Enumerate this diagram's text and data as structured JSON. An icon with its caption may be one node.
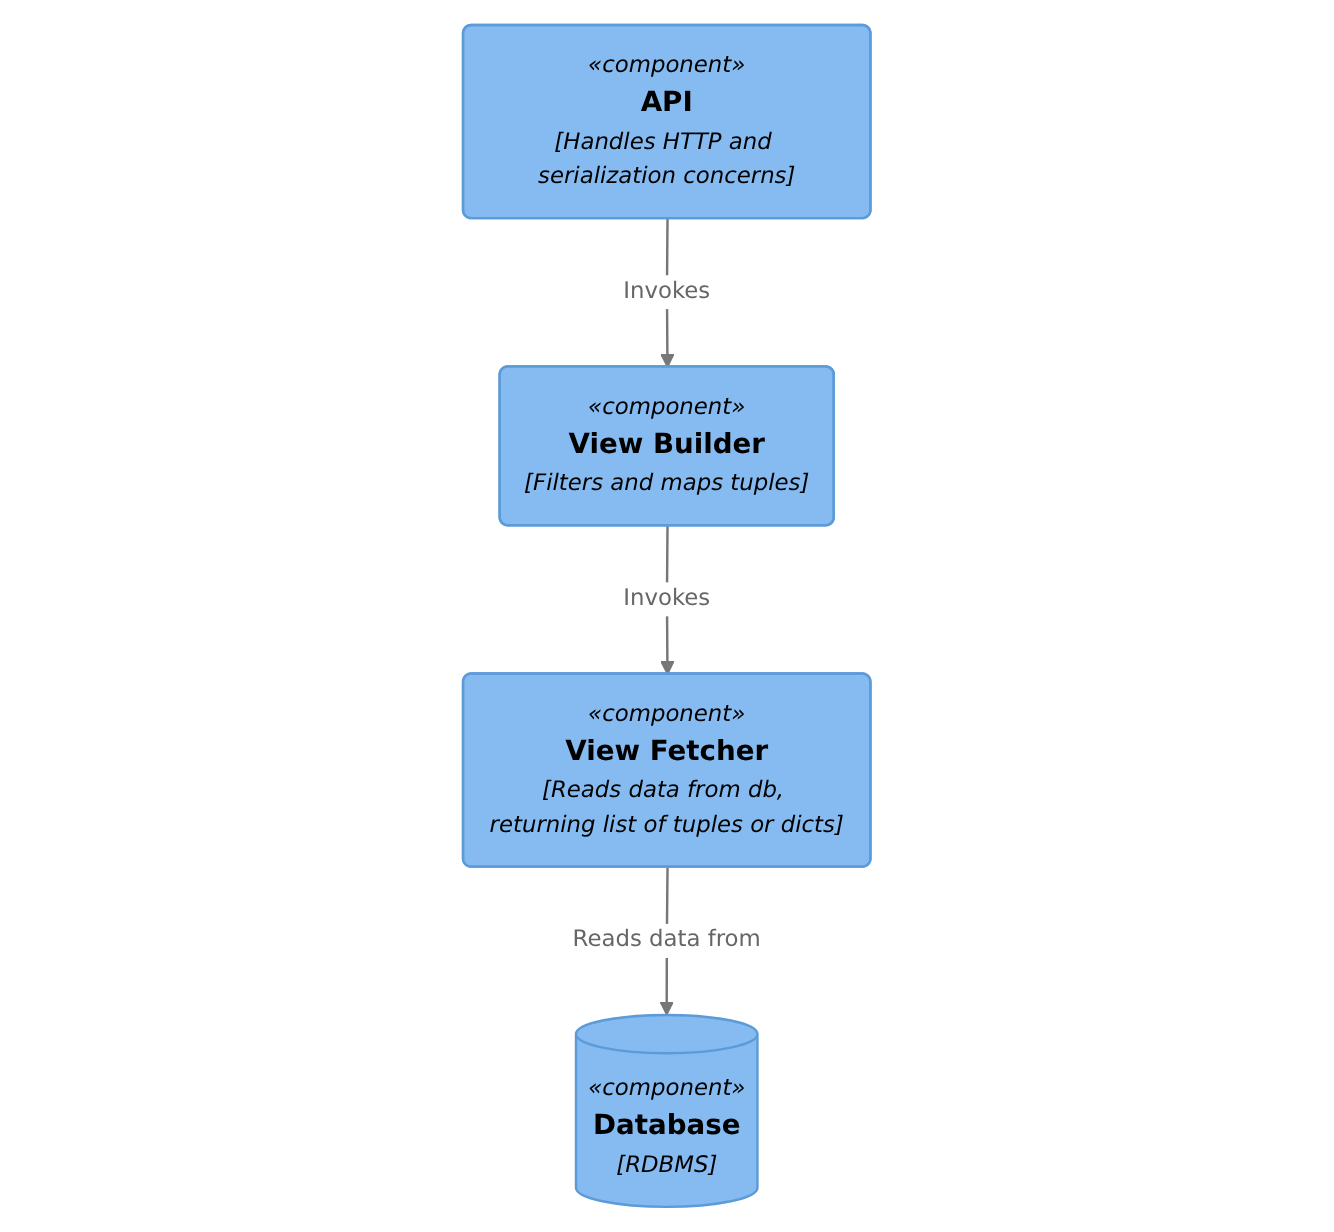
{
  "diagram": {
    "nodes": [
      {
        "text": [
          "«component»",
          "API",
          "[Handles HTTP and serialization concerns]"
        ]
      },
      {
        "text": [
          "«component»",
          "View Builder",
          "[Filters and maps tuples]"
        ]
      },
      {
        "text": [
          "«component»",
          "View Fetcher",
          "[Reads data from db, returning list of tuples or dicts]"
        ]
      },
      {
        "text": [
          "«component»",
          "Database",
          "[RDBMS]"
        ]
      }
    ],
    "edges": [
      {
        "from": 0,
        "to": 1,
        "arrow": "to",
        "label": "Invokes"
      },
      {
        "from": 1,
        "to": 2,
        "arrow": "to",
        "label": "Invokes"
      },
      {
        "from": 2,
        "to": 3,
        "arrow": "to",
        "label": "Reads data from"
      }
    ]
  }
}
